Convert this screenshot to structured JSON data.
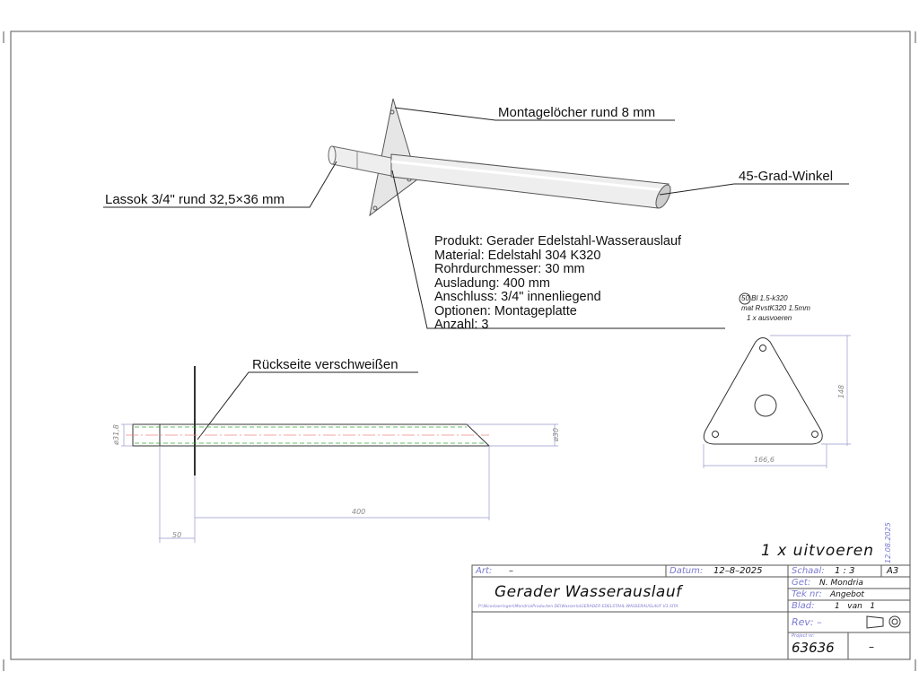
{
  "annotations": {
    "mounting_holes": "Montagelöcher rund 8 mm",
    "angle": "45-Grad-Winkel",
    "lassok": "Lassok 3/4\" rund 32,5×36 mm",
    "weld": "Rückseite verschweißen"
  },
  "product_spec": [
    "Produkt: Gerader Edelstahl-Wasserauslauf",
    "Material: Edelstahl 304 K320",
    "Rohrdurchmesser: 30 mm",
    "Ausladung: 400 mm",
    "Anschluss: 3/4\" innenliegend",
    "Optionen: Montageplatte",
    "Anzahl: 3"
  ],
  "plate_note": [
    "50 Bl 1.5-k320",
    "mat RvstK320 1.5mm",
    "1 x ausvoeren"
  ],
  "dimensions": {
    "d_sleeve": "ø31,8",
    "d_tube": "ø30",
    "length": "400",
    "offset": "50",
    "plate_height": "148",
    "plate_width": "166,6"
  },
  "quantity_note": "1 x uitvoeren",
  "side_date": "12.08.2025",
  "title_block": {
    "art_label": "Art:",
    "art_value": "–",
    "datum_label": "Datum:",
    "datum_value": "12–8–2025",
    "schaal_label": "Schaal:",
    "schaal_value": "1 : 3",
    "format": "A3",
    "title": "Gerader Wasserauslauf",
    "path": "P:\\Nicoslaeringen\\Mondria\\Producten DE\\Wasserlo\\GERADER EDELSTAHL-WASSERAUSLAUF V3.SITA",
    "get_label": "Get:",
    "get_value": "N. Mondria",
    "tek_label": "Tek nr:",
    "tek_value": "Angebot",
    "blad_label": "Blad:",
    "blad_value": "1   van   1",
    "rev_label": "Rev: –",
    "project_label": "Project nr:",
    "project_value": "63636",
    "project_extra": "–"
  }
}
